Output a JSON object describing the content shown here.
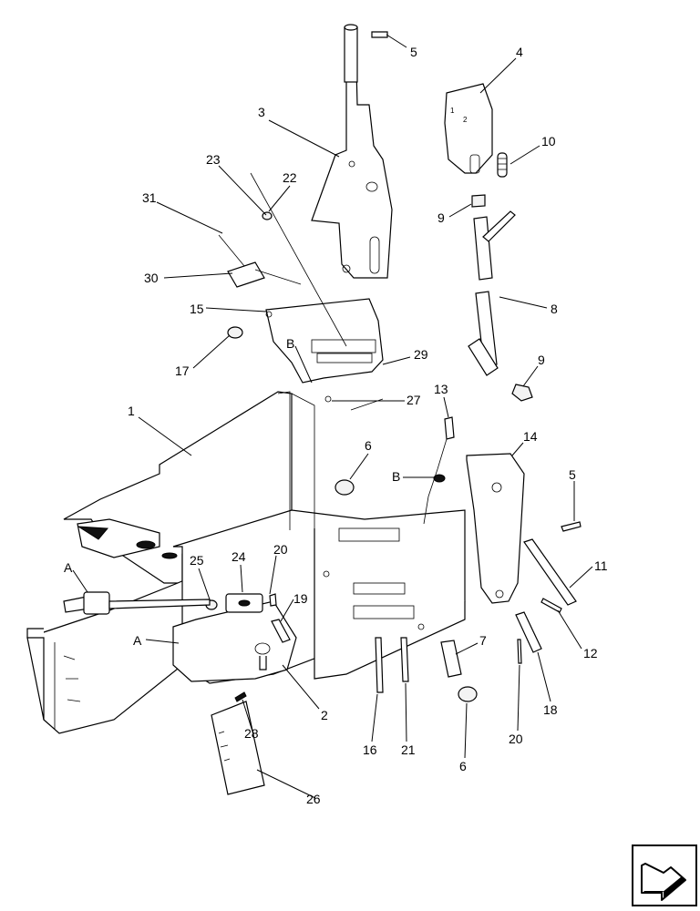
{
  "callouts": [
    {
      "label": "1"
    },
    {
      "label": "2"
    },
    {
      "label": "3"
    },
    {
      "label": "4"
    },
    {
      "label": "5"
    },
    {
      "label": "5"
    },
    {
      "label": "6"
    },
    {
      "label": "6"
    },
    {
      "label": "7"
    },
    {
      "label": "8"
    },
    {
      "label": "9"
    },
    {
      "label": "9"
    },
    {
      "label": "10"
    },
    {
      "label": "11"
    },
    {
      "label": "12"
    },
    {
      "label": "13"
    },
    {
      "label": "14"
    },
    {
      "label": "15"
    },
    {
      "label": "16"
    },
    {
      "label": "17"
    },
    {
      "label": "18"
    },
    {
      "label": "19"
    },
    {
      "label": "20"
    },
    {
      "label": "20"
    },
    {
      "label": "21"
    },
    {
      "label": "22"
    },
    {
      "label": "23"
    },
    {
      "label": "24"
    },
    {
      "label": "25"
    },
    {
      "label": "26"
    },
    {
      "label": "27"
    },
    {
      "label": "28"
    },
    {
      "label": "29"
    },
    {
      "label": "30"
    },
    {
      "label": "31"
    },
    {
      "label": "A"
    },
    {
      "label": "A"
    },
    {
      "label": "B"
    },
    {
      "label": "B"
    }
  ],
  "knob_markings": [
    "1",
    "2"
  ],
  "nav_icon": "next-page-arrow-icon"
}
